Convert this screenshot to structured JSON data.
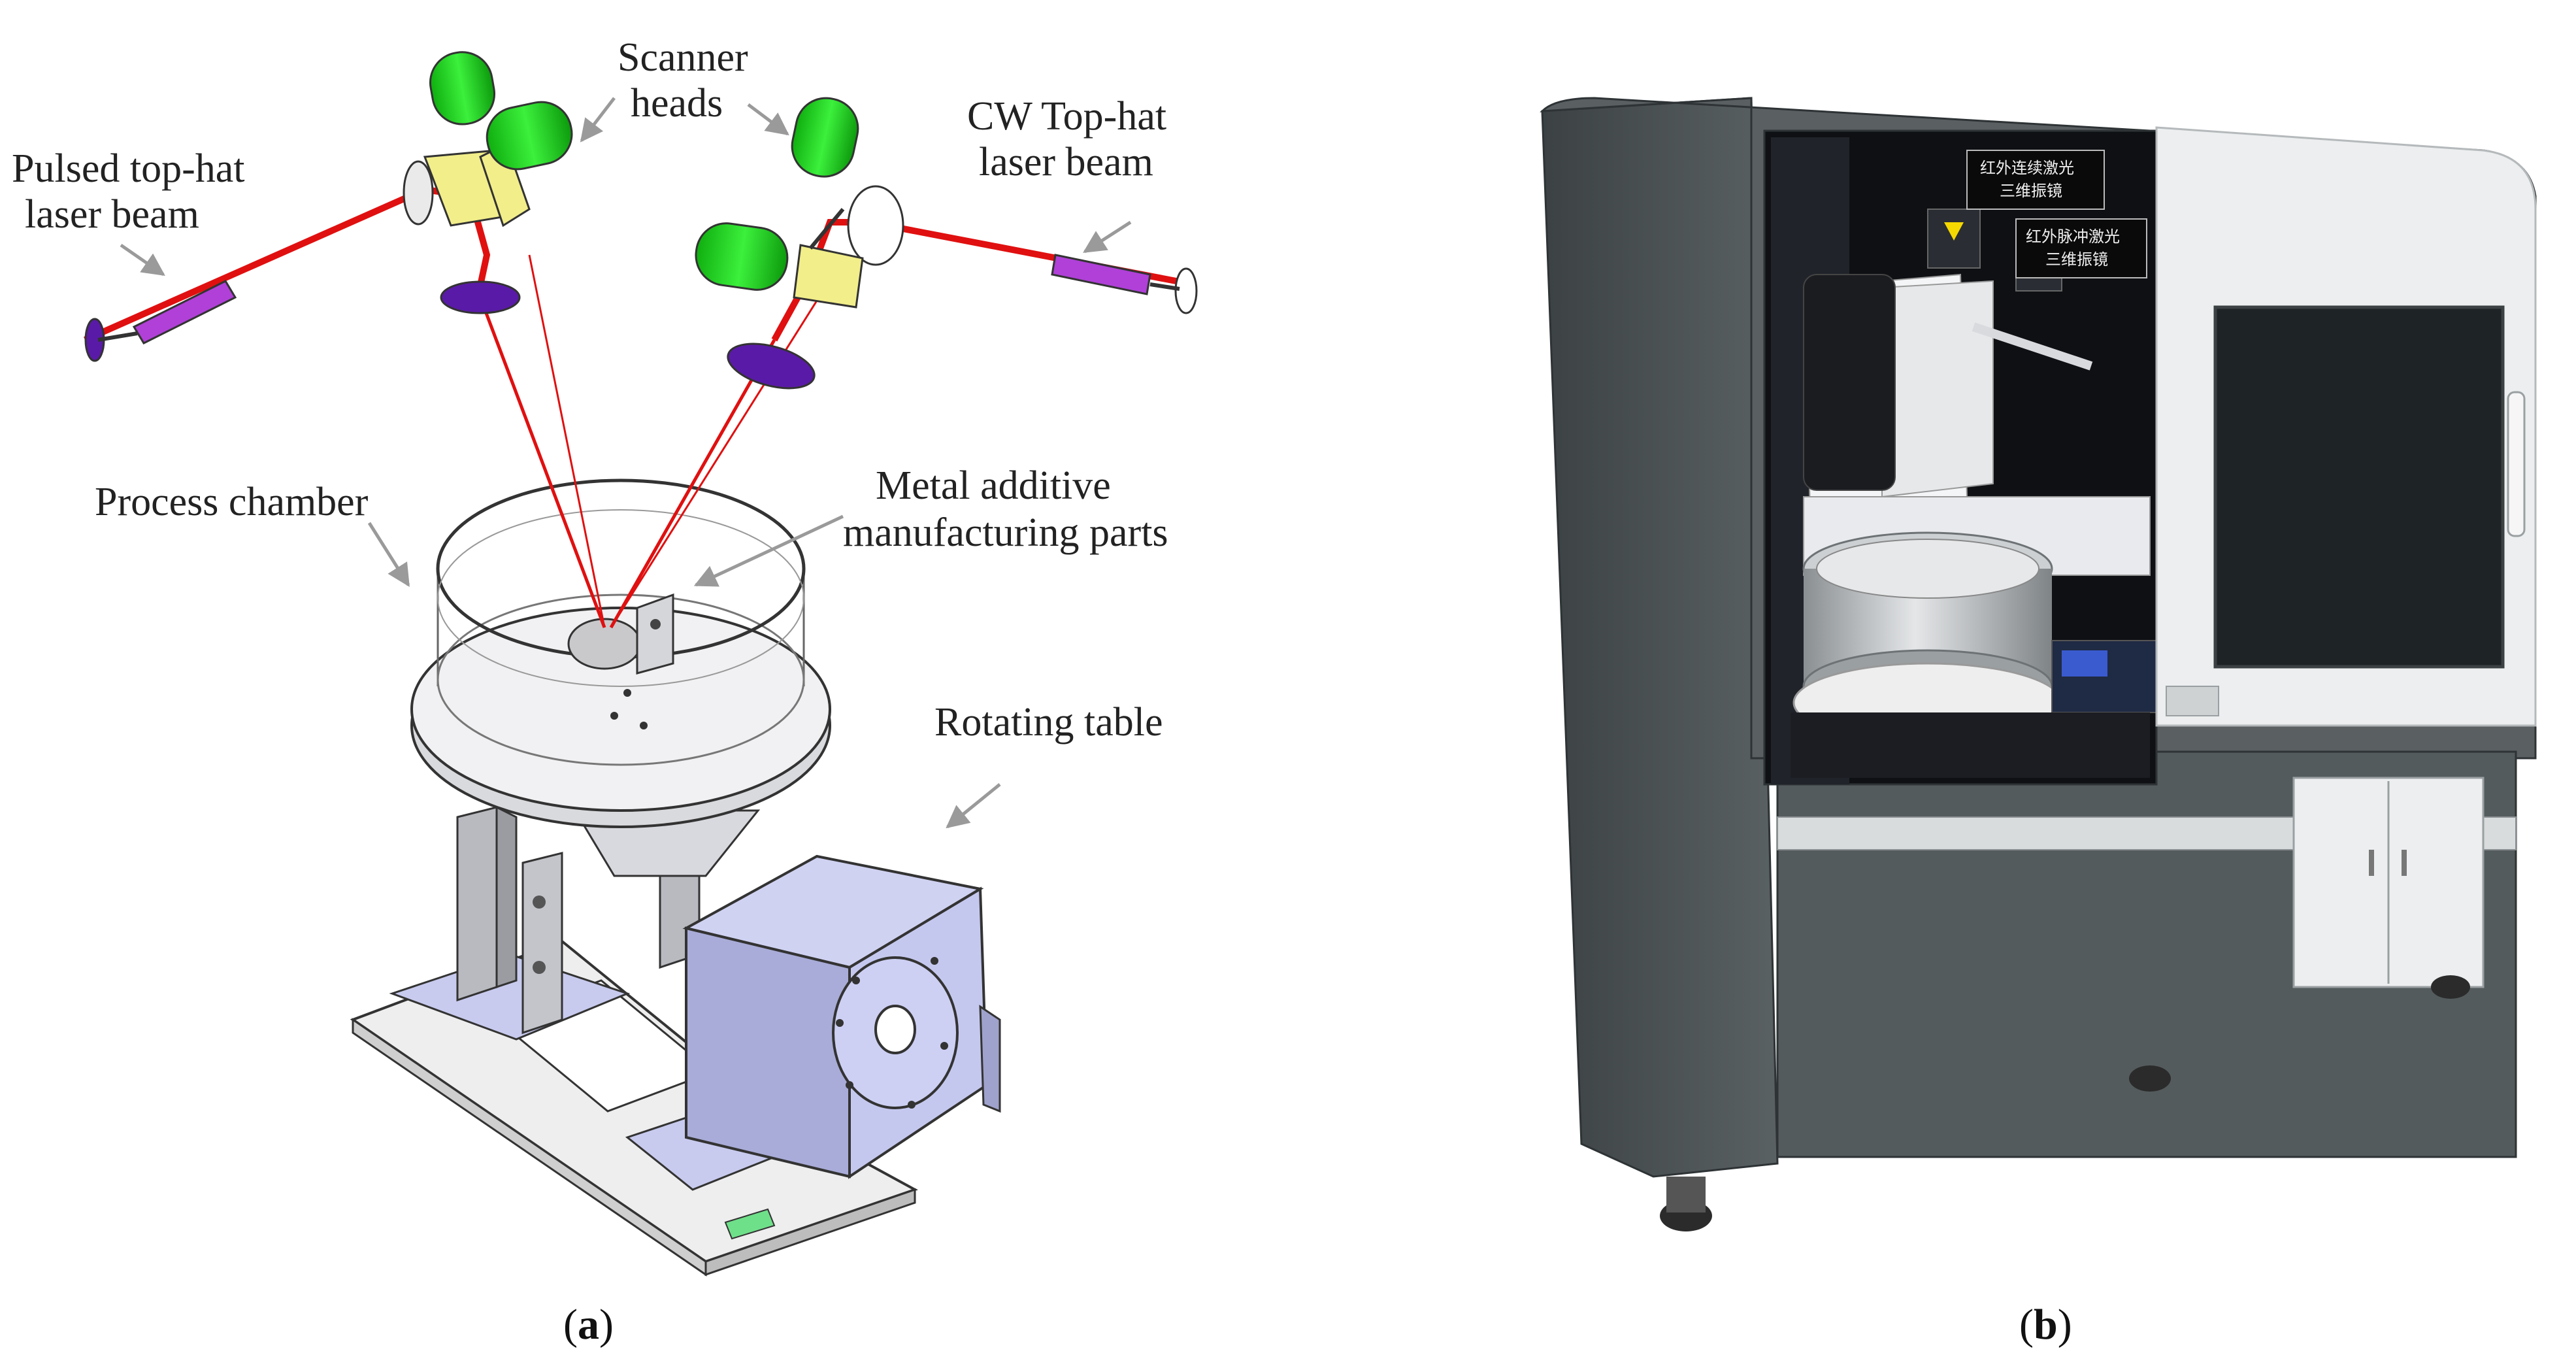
{
  "panel_a": {
    "labels": {
      "pulsed_line1": "Pulsed top-hat",
      "pulsed_line2": "laser beam",
      "scanner_line1": "Scanner",
      "scanner_line2": "heads",
      "cw_line1": "CW Top-hat",
      "cw_line2": "laser beam",
      "chamber": "Process chamber",
      "metal_line1": "Metal additive",
      "metal_line2": "manufacturing parts",
      "rotating": "Rotating table"
    },
    "caption": {
      "open": "(",
      "letter": "a",
      "close": ")"
    }
  },
  "panel_b": {
    "sign1_line1": "红外连续激光",
    "sign1_line2": "三维振镜",
    "sign2_line1": "红外脉冲激光",
    "sign2_line2": "三维振镜",
    "caption": {
      "open": "(",
      "letter": "b",
      "close": ")"
    }
  },
  "colors": {
    "laser_red": "#e01010",
    "scanner_green": "#22dd22",
    "mirror_yellow": "#f2ee8a",
    "lens_purple": "#5a1aa8",
    "rod_violet": "#b040d8",
    "machine_dark": "#4a5052",
    "machine_light": "#eceeef",
    "table_blue": "#c9ccec"
  }
}
